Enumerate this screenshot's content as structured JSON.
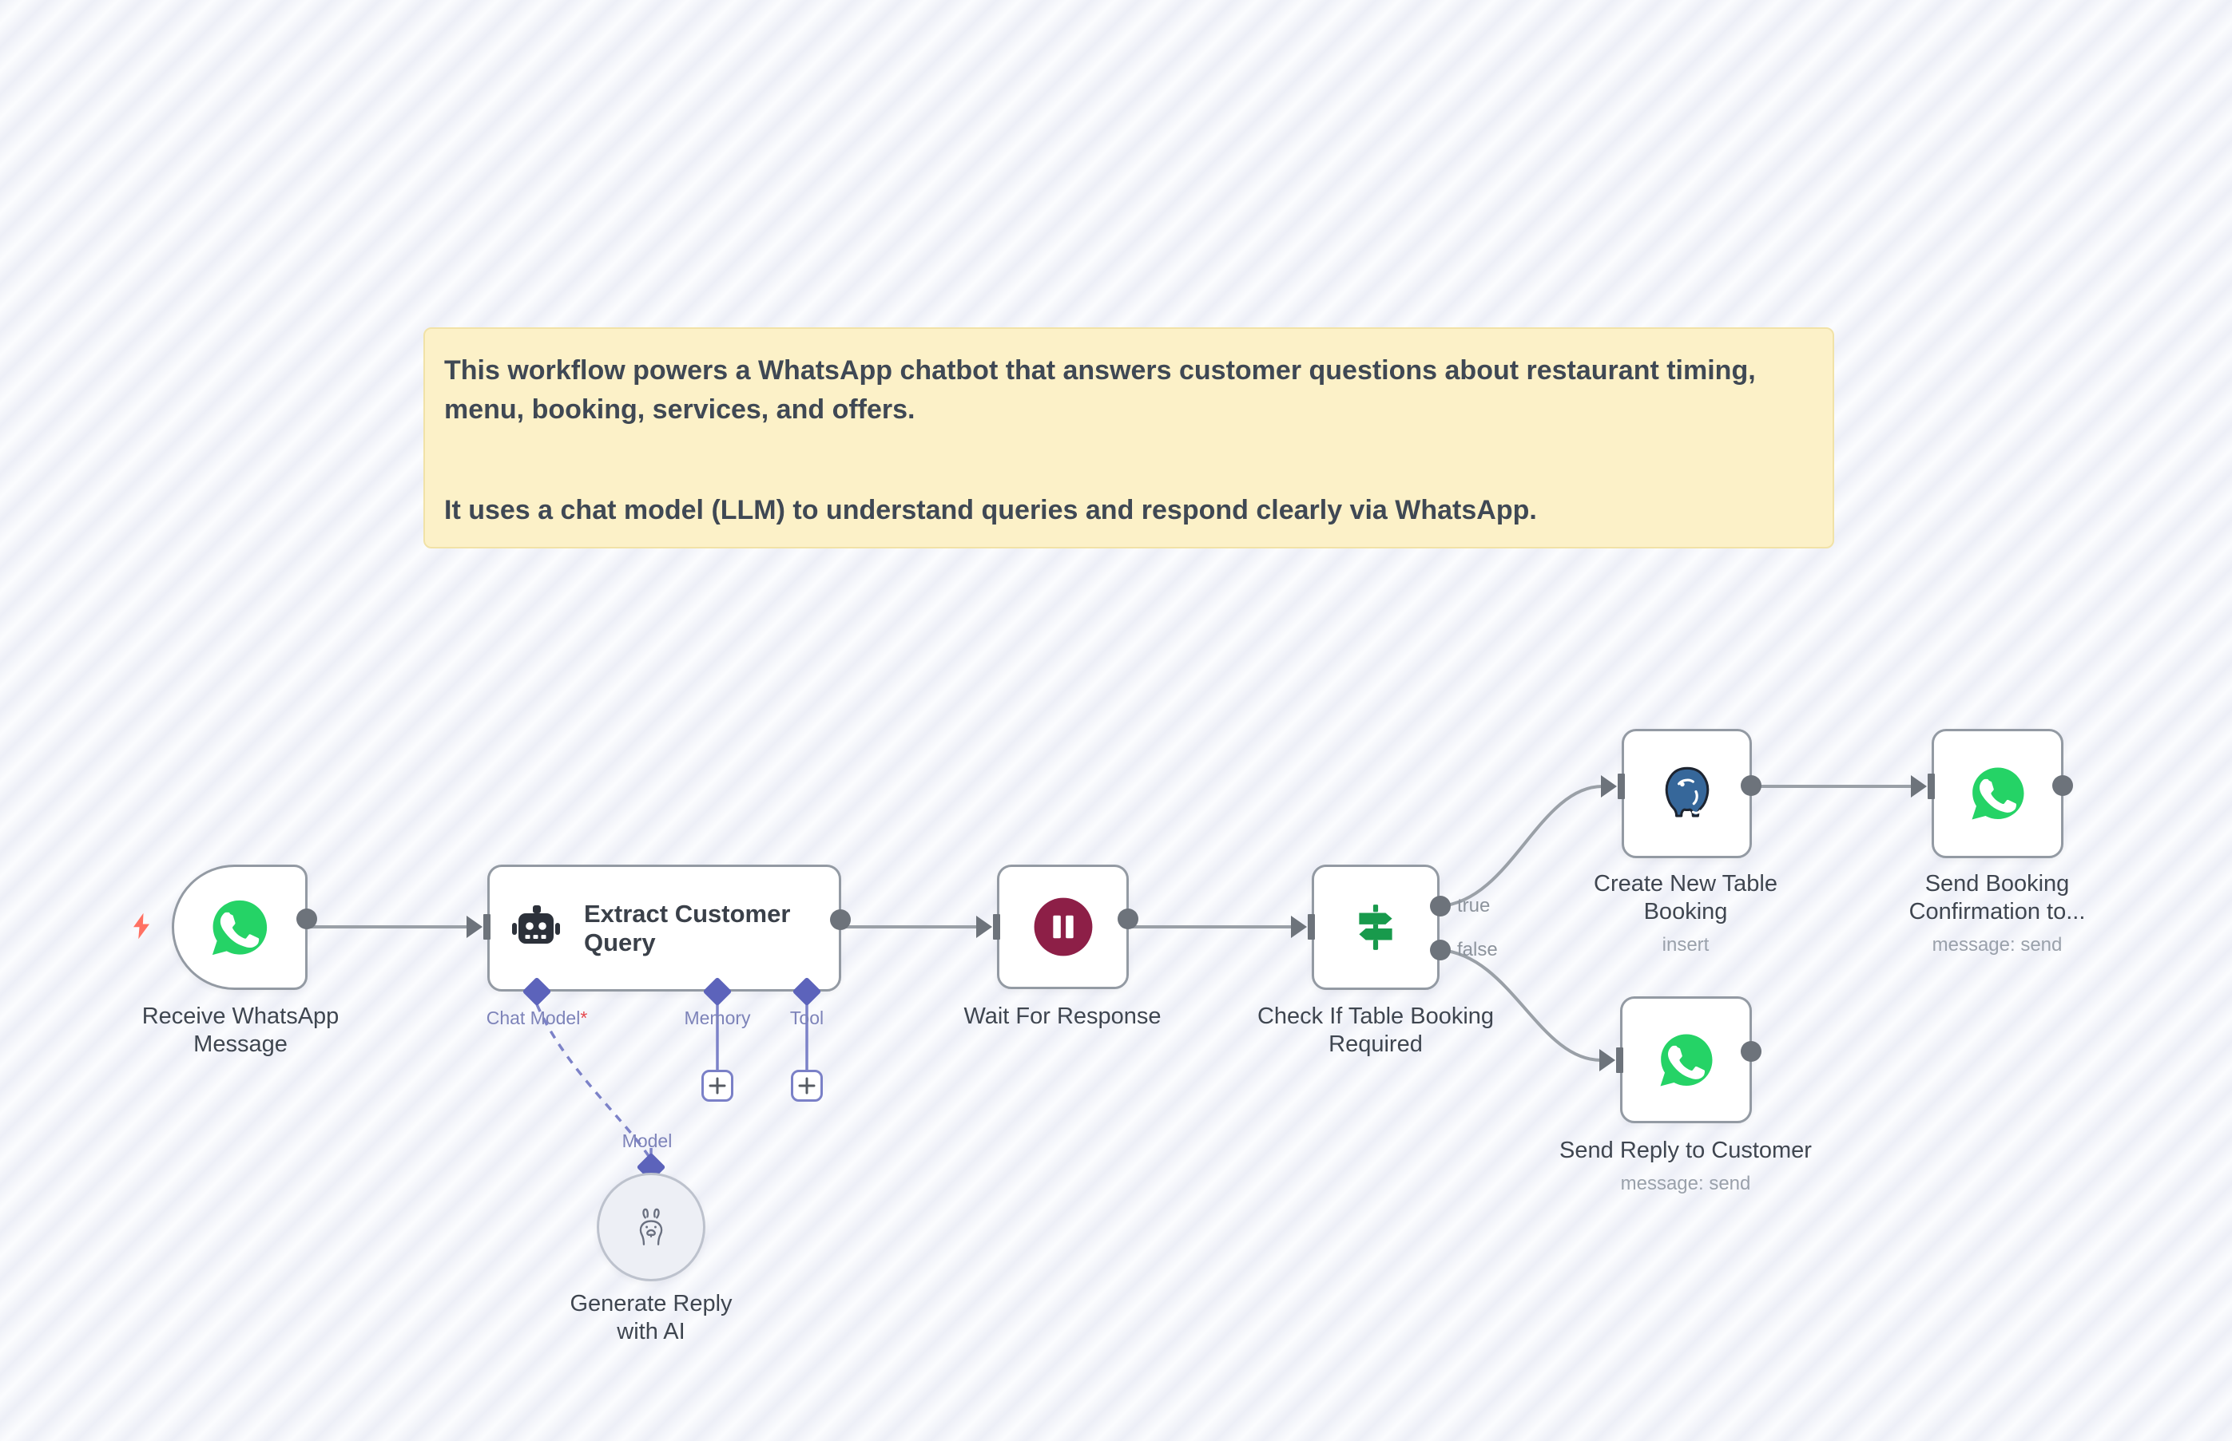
{
  "sticky_note": {
    "paragraph1": "This workflow powers a WhatsApp chatbot that answers customer questions about restaurant timing, menu, booking, services, and offers.",
    "paragraph2": "It uses a chat model (LLM) to understand queries and respond clearly via WhatsApp."
  },
  "nodes": {
    "receive_whatsapp_message": {
      "label": "Receive WhatsApp Message"
    },
    "extract_customer_query": {
      "title": "Extract Customer Query"
    },
    "generate_reply_with_ai": {
      "label": "Generate Reply with AI"
    },
    "wait_for_response": {
      "label": "Wait For Response"
    },
    "check_if_table_booking_required": {
      "label": "Check If Table Booking Required"
    },
    "create_new_table_booking": {
      "label": "Create New Table Booking",
      "subtitle": "insert"
    },
    "send_booking_confirmation": {
      "label": "Send Booking Confirmation to...",
      "subtitle": "message: send"
    },
    "send_reply_to_customer": {
      "label": "Send Reply to Customer",
      "subtitle": "message: send"
    }
  },
  "ports": {
    "chat_model": "Chat Model",
    "required_marker": "*",
    "memory": "Memory",
    "tool": "Tool",
    "model": "Model"
  },
  "branches": {
    "true_label": "true",
    "false_label": "false"
  },
  "icons": {
    "receive_whatsapp_message": "whatsapp-icon",
    "extract_customer_query": "robot-icon",
    "generate_reply_with_ai": "llama-icon",
    "wait_for_response": "pause-icon",
    "check_if_table_booking_required": "signpost-icon",
    "create_new_table_booking": "postgres-icon",
    "send_booking_confirmation": "whatsapp-icon",
    "send_reply_to_customer": "whatsapp-icon",
    "trigger": "lightning-bolt-icon",
    "add_port": "plus-icon"
  },
  "colors": {
    "whatsapp_green": "#25d366",
    "postgres_blue": "#36679a",
    "switch_green": "#189a4c",
    "pause_maroon": "#8d1f47",
    "connector_indigo": "#5c63bb",
    "line_gray": "#9aa0a7",
    "note_bg": "#fcf1c8",
    "trigger_bolt_red": "#ff7163"
  }
}
